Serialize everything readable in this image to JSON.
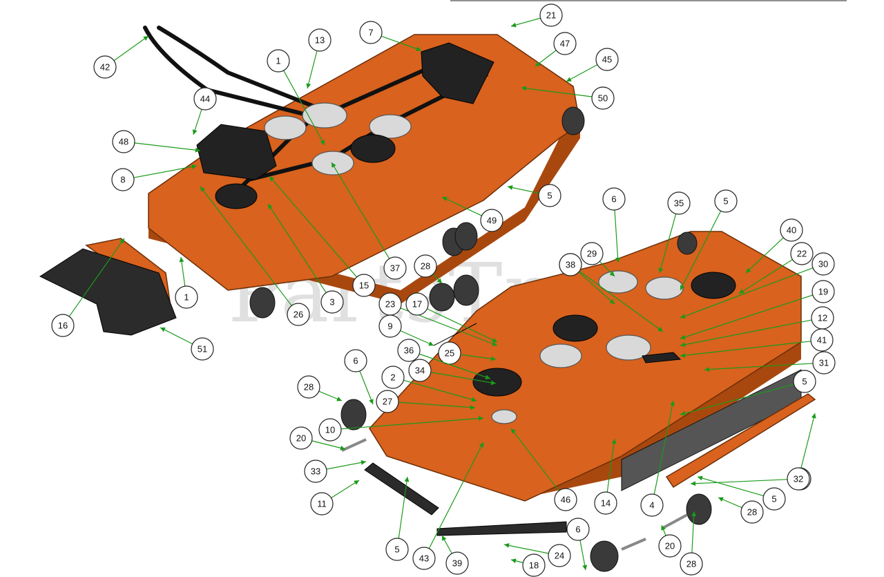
{
  "watermark": "PartsTree",
  "upper_deck_callouts": [
    "42",
    "13",
    "7",
    "21",
    "47",
    "45",
    "50",
    "1",
    "44",
    "48",
    "8",
    "5",
    "49",
    "37",
    "15",
    "3",
    "26",
    "1",
    "16",
    "51"
  ],
  "lower_deck_callouts": [
    "6",
    "35",
    "5",
    "40",
    "22",
    "30",
    "19",
    "12",
    "41",
    "31",
    "29",
    "12",
    "28",
    "23",
    "17",
    "9",
    "25",
    "36",
    "34",
    "2",
    "27",
    "10",
    "6",
    "28",
    "20",
    "33",
    "11",
    "5",
    "43",
    "39",
    "24",
    "18",
    "6",
    "28",
    "20",
    "28",
    "6",
    "5",
    "32",
    "5",
    "4",
    "14",
    "46",
    "38",
    "12"
  ],
  "colors": {
    "deck": "#d8621e",
    "leader": "#1a9a1a",
    "pulley": "#d9d9d9",
    "black_part": "#222222"
  }
}
